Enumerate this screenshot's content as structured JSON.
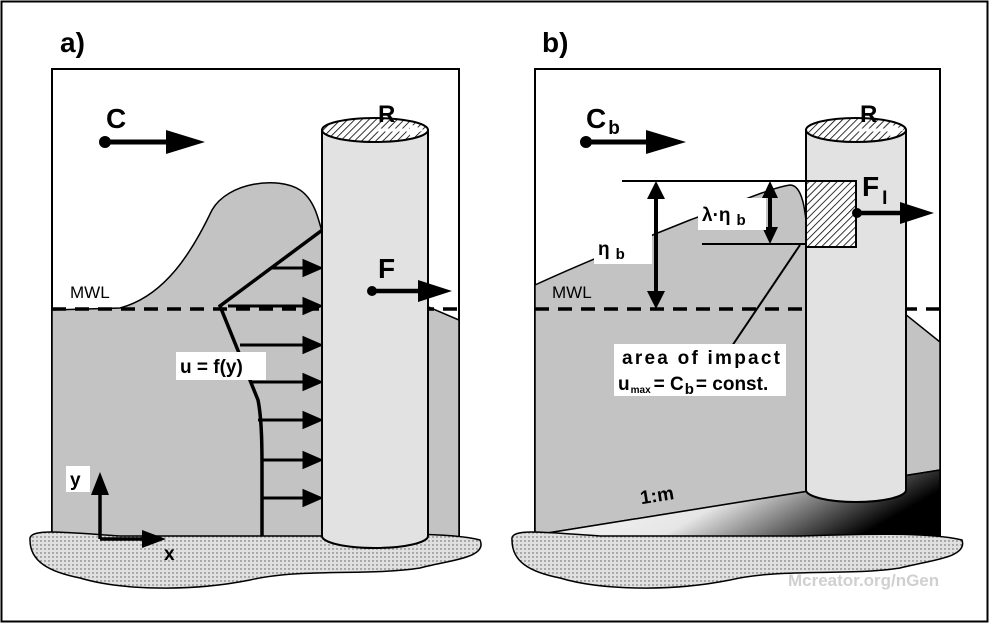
{
  "panel_a": {
    "tag": "a)",
    "celerity": "C",
    "radius": "R",
    "force": "F",
    "mwl": "MWL",
    "velocity_profile": "u = f(y)",
    "axis_y": "y",
    "axis_x": "x"
  },
  "panel_b": {
    "tag": "b)",
    "celerity": "C",
    "celerity_sub": "b",
    "radius": "R",
    "force": "F",
    "force_sub": "I",
    "mwl": "MWL",
    "lambda_eta": "λ·η",
    "lambda_eta_sub": "b",
    "eta": "η",
    "eta_sub": "b",
    "area_line1": "area of impact",
    "area_u": "u",
    "area_u_sub": "max",
    "area_eq_mid": "= C",
    "area_c_sub": "b",
    "area_eq_end": "= const.",
    "slope": "1:m"
  },
  "watermark": "Mcreator.org/nGen",
  "colors": {
    "water": "#c3c3c3",
    "cylinder": "#e2e2e2",
    "sand": "#dcdcdc",
    "stroke": "#000000"
  }
}
